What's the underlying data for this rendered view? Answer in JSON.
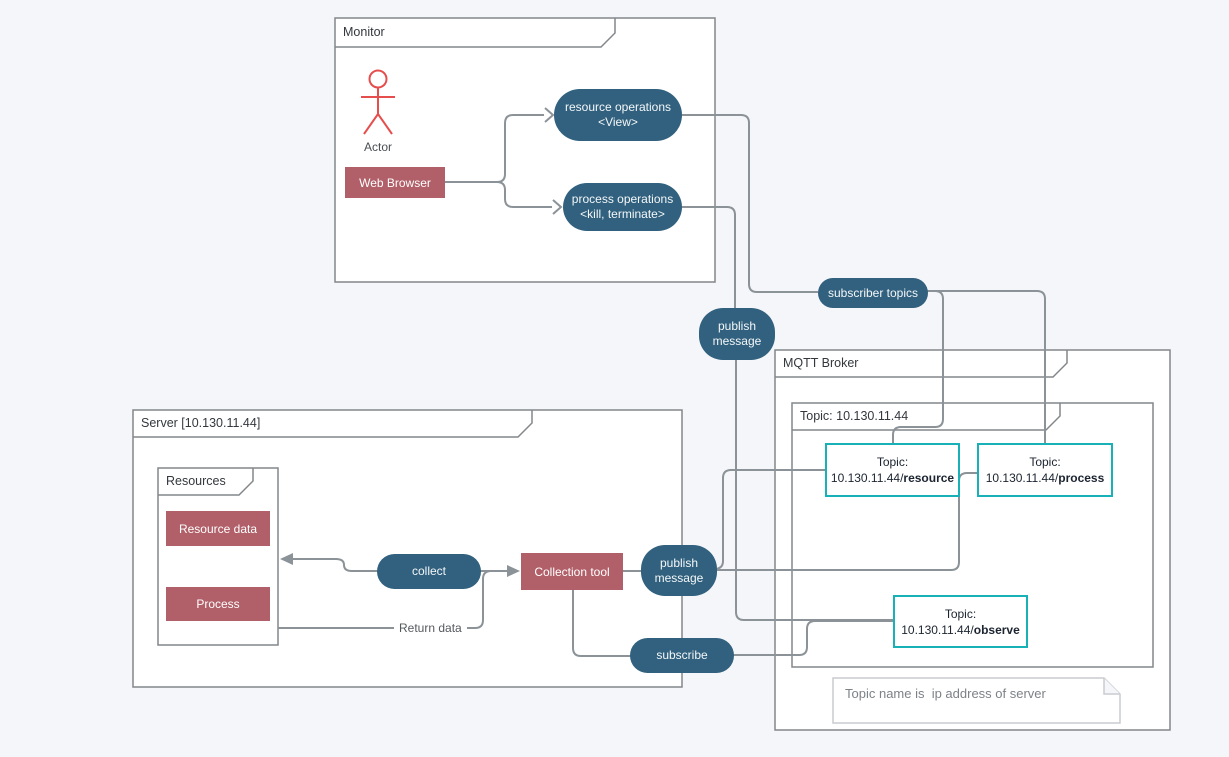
{
  "diagram": {
    "frames": {
      "monitor": {
        "title": "Monitor"
      },
      "server": {
        "title": "Server [10.130.11.44]"
      },
      "resources": {
        "title": "Resources"
      },
      "broker": {
        "title": "MQTT Broker"
      },
      "topic_group": {
        "title": "Topic: 10.130.11.44"
      }
    },
    "nodes": {
      "actor_label": "Actor",
      "web_browser": "Web Browser",
      "resource_ops_line1": "resource operations",
      "resource_ops_line2": "<View>",
      "process_ops_line1": "process operations",
      "process_ops_line2": "<kill, terminate>",
      "subscriber_topics": "subscriber topics",
      "publish_top_line1": "publish",
      "publish_top_line2": "message",
      "publish_lower_line1": "publish",
      "publish_lower_line2": "message",
      "subscribe": "subscribe",
      "collect": "collect",
      "collection_tool": "Collection tool",
      "resource_data": "Resource data",
      "process": "Process",
      "topic_resource_title": "Topic:",
      "topic_resource_prefix": "10.130.11.44/",
      "topic_resource_suffix": "resource",
      "topic_process_title": "Topic:",
      "topic_process_prefix": "10.130.11.44/",
      "topic_process_suffix": "process",
      "topic_observe_title": "Topic:",
      "topic_observe_prefix": "10.130.11.44/",
      "topic_observe_suffix": "observe"
    },
    "edge_labels": {
      "return_data": "Return data"
    },
    "note": {
      "text": "Topic name is  ip address of server"
    },
    "colors": {
      "node_red": "#b15f68",
      "node_blue": "#31617e",
      "topic_teal": "#17b1b7",
      "actor_red": "#e64d4d",
      "edge_gray": "#8b9398",
      "frame_gray": "#83878a",
      "background": "#f5f6fa"
    }
  }
}
